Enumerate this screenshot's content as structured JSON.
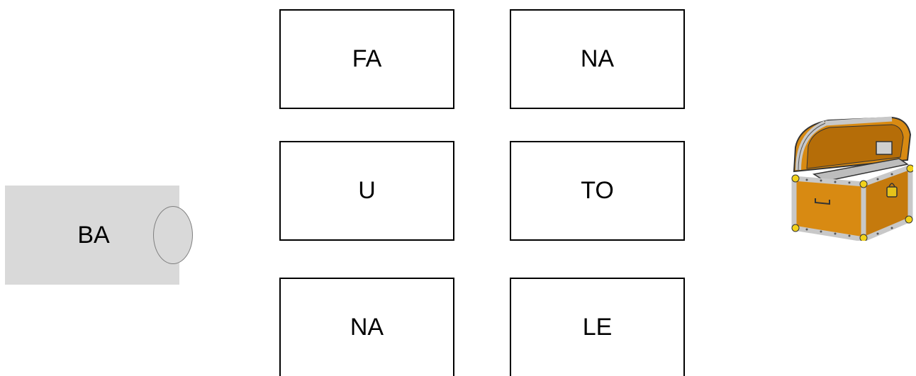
{
  "source": {
    "label": "BA"
  },
  "tiles": [
    {
      "label": "FA"
    },
    {
      "label": "NA"
    },
    {
      "label": "U"
    },
    {
      "label": "TO"
    },
    {
      "label": "NA"
    },
    {
      "label": "LE"
    }
  ],
  "chest": {
    "icon": "treasure-chest-icon"
  },
  "colors": {
    "source_fill": "#d9d9d9",
    "knob_border": "#7f7f7f",
    "tile_border": "#000000",
    "chest_wood": "#d88a12",
    "chest_metal": "#c8c8c8"
  }
}
